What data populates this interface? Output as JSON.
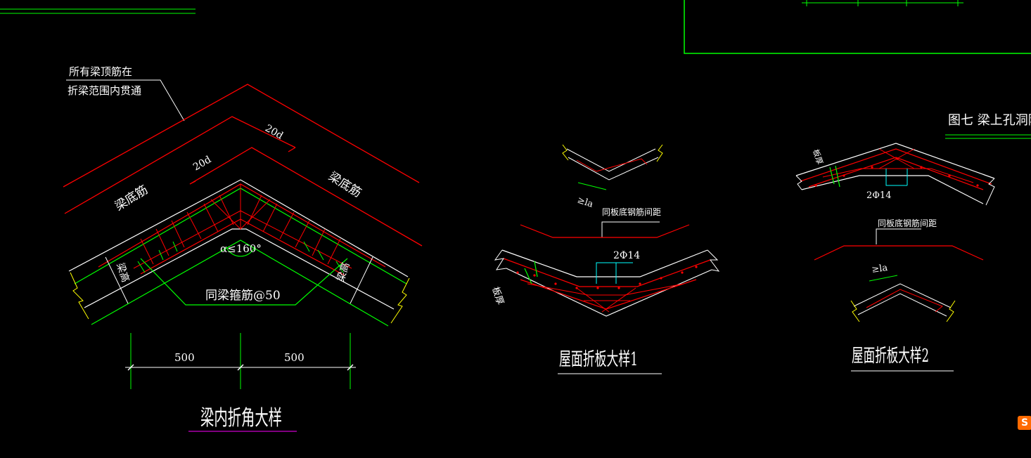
{
  "colors": {
    "background": "#000000",
    "outline_red": "#ff0000",
    "rebar_green": "#00ff00",
    "dimension_white": "#ffffff",
    "leader_cyan": "#00ffff",
    "break_yellow": "#ffff00",
    "title_underline_magenta": "#cc00cc"
  },
  "left_detail": {
    "note_line1": "所有梁顶筋在",
    "note_line2": "折梁范围内贯通",
    "label_20d_outer": "20d",
    "label_20d_inner": "20d",
    "left_beam_bottom_label": "梁底筋",
    "right_beam_bottom_label": "梁底筋",
    "angle_label": "α≤160°",
    "stirrup_note": "同梁箍筋@50",
    "left_beam_height_label": "梁高",
    "right_beam_height_label": "梁高",
    "dim_left": "500",
    "dim_right": "500",
    "title": "梁内折角大样"
  },
  "middle_detail": {
    "anchorage_label": "≥la",
    "spacing_note": "同板底钢筋间距",
    "rebar_note": "2Φ14",
    "thickness_label": "板厚",
    "title": "屋面折板大样1"
  },
  "right_detail": {
    "figure_caption": "图七  梁上孔洞附",
    "thickness_label": "板厚",
    "rebar_note": "2Φ14",
    "spacing_note": "同板底钢筋间距",
    "anchorage_label": "≥la",
    "title": "屋面折板大样2"
  },
  "overlay": {
    "ime_badge": "S"
  }
}
